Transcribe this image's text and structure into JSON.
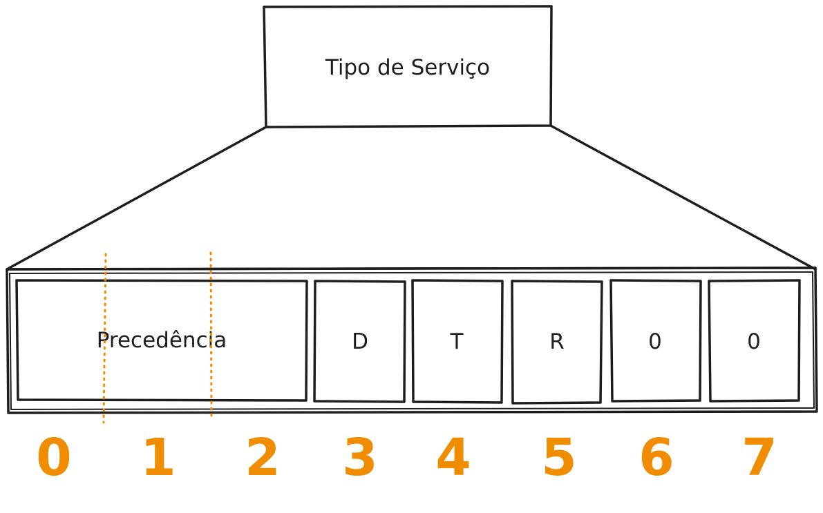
{
  "header": {
    "label": "Tipo de Serviço"
  },
  "fields": [
    {
      "label": "Precedência"
    },
    {
      "label": "D"
    },
    {
      "label": "T"
    },
    {
      "label": "R"
    },
    {
      "label": "0"
    },
    {
      "label": "0"
    }
  ],
  "bit_numbers": [
    "0",
    "1",
    "2",
    "3",
    "4",
    "5",
    "6",
    "7"
  ],
  "colors": {
    "stroke": "#1e1e1e",
    "accent": "#f08c00"
  }
}
